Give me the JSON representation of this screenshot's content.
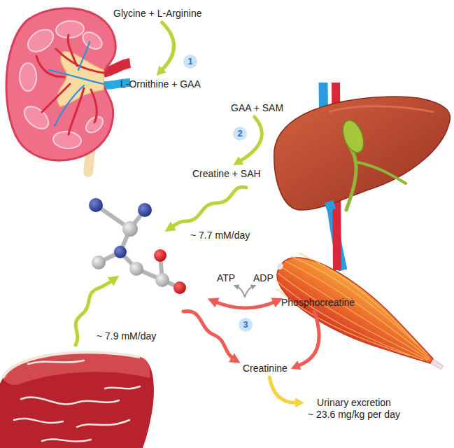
{
  "diagram": {
    "nodes": [
      {
        "text": [
          "Glycine + L-Arginine"
        ]
      },
      {
        "text": [
          "L-Ornithine + GAA"
        ]
      },
      {
        "text": [
          "GAA + SAM"
        ]
      },
      {
        "text": [
          "Creatine + SAH"
        ]
      },
      {
        "text": [
          "Phosphocreatine"
        ]
      },
      {
        "text": [
          "Creatinine"
        ]
      },
      {
        "text": [
          "Urinary excretion",
          "~ 23.6 mg/kg per day"
        ]
      }
    ],
    "edges": [
      {
        "from": 0,
        "to": 1,
        "arrow": "to"
      },
      {
        "from": 2,
        "to": 3,
        "arrow": "to"
      },
      {
        "from": 4,
        "to": 5,
        "arrow": "to"
      },
      {
        "from": 5,
        "to": 6,
        "arrow": "to"
      }
    ],
    "labels": [
      "1",
      "2",
      "3",
      "~ 7.7 mM/day",
      "~ 7.9 mM/day",
      "ATP",
      "ADP"
    ]
  }
}
